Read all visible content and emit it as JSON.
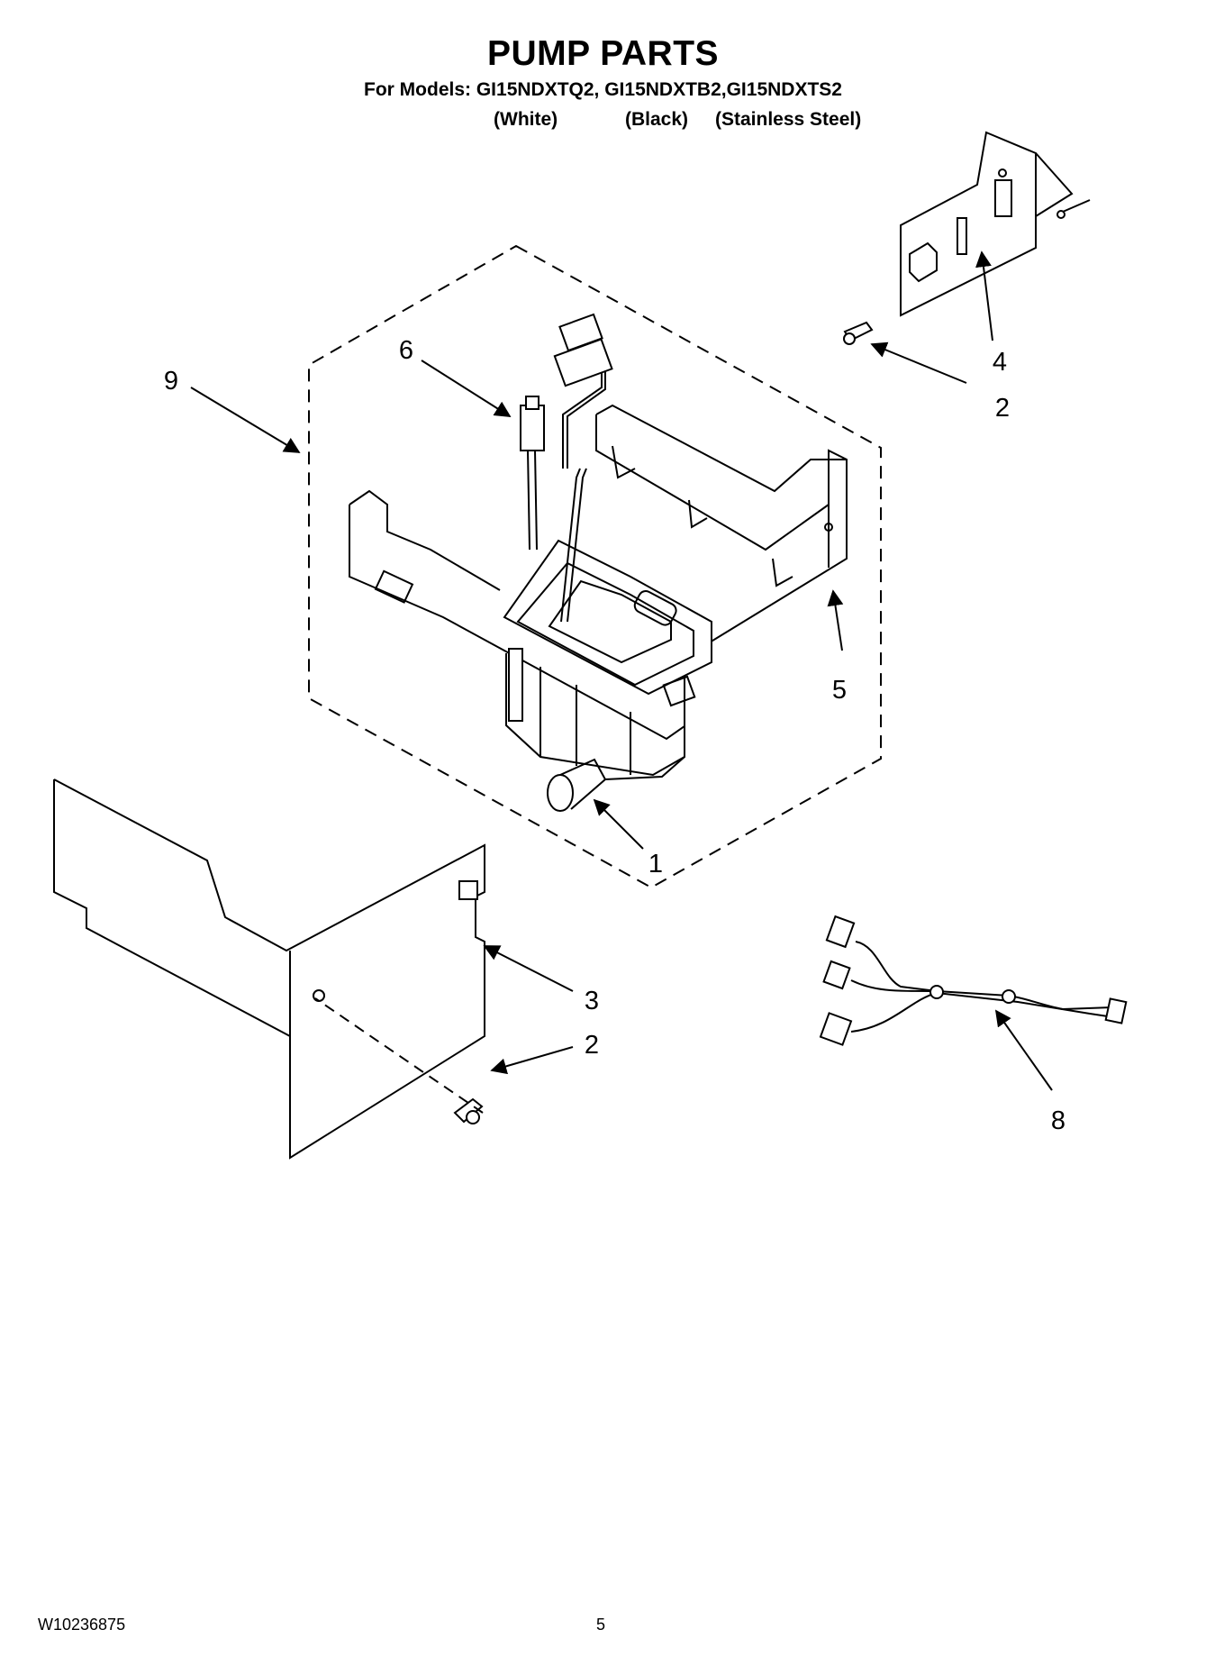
{
  "header": {
    "title": "PUMP PARTS",
    "models_line": "For Models: GI15NDXTQ2, GI15NDXTB2,GI15NDXTS2",
    "variants": [
      "(White)",
      "(Black)",
      "(Stainless Steel)"
    ]
  },
  "callouts": [
    "9",
    "6",
    "4",
    "2",
    "5",
    "1",
    "3",
    "2",
    "8"
  ],
  "footer": {
    "doc_number": "W10236875",
    "page_number": "5"
  }
}
